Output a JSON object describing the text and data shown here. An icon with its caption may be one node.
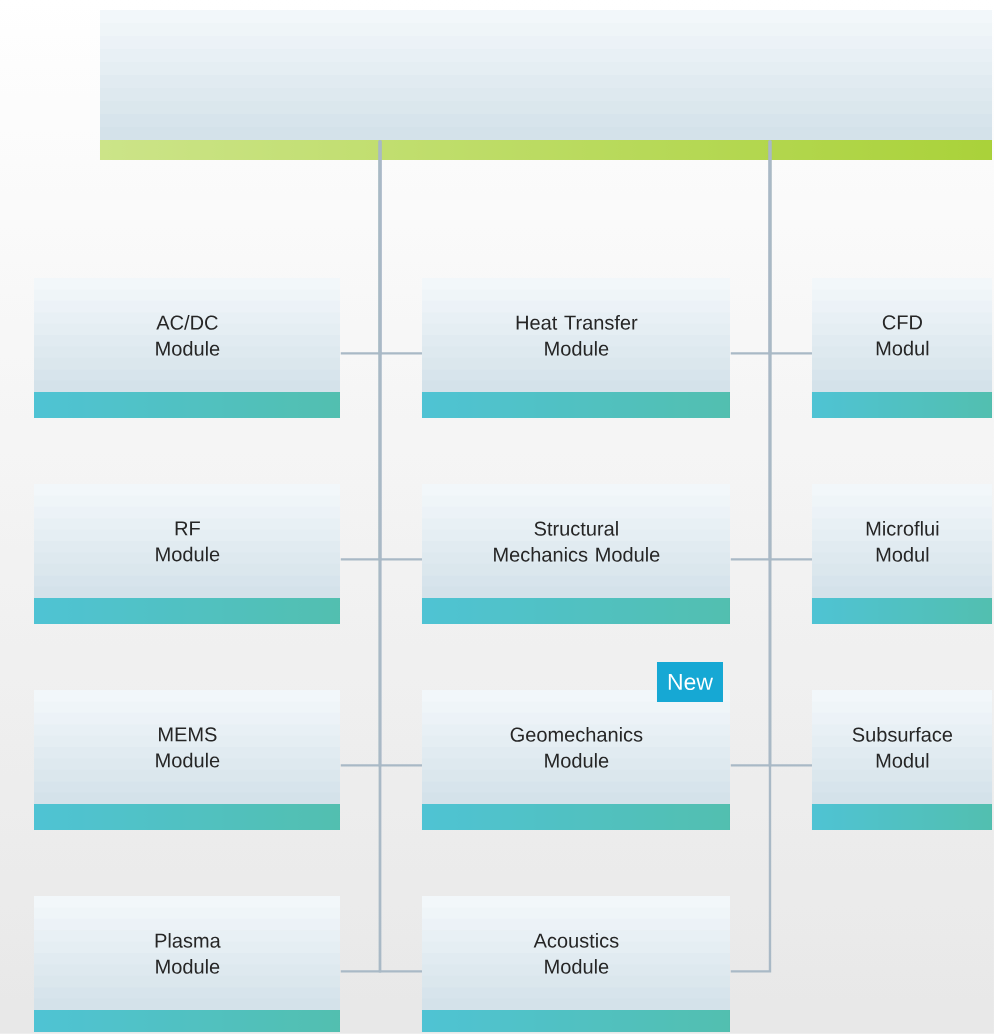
{
  "diagram": {
    "nodes": [
      {
        "text": [],
        "shape": "box"
      },
      {
        "text": [
          "AC/DC Module"
        ]
      },
      {
        "text": [
          "Heat Transfer Module"
        ]
      },
      {
        "text": [
          "CFD Modul"
        ]
      },
      {
        "text": [
          "RF Module"
        ]
      },
      {
        "text": [
          "Structural Mechanics Module"
        ]
      },
      {
        "text": [
          "Microflui Modul"
        ]
      },
      {
        "text": [
          "MEMS Module"
        ]
      },
      {
        "text": [
          "Geomechanics Module"
        ]
      },
      {
        "text": [
          "Subsurface Modul"
        ]
      },
      {
        "text": [
          "Plasma Module"
        ]
      },
      {
        "text": [
          "Acoustics Module"
        ]
      }
    ],
    "edges": [
      {
        "from": 0,
        "to": 1,
        "arrow": "none"
      },
      {
        "from": 0,
        "to": 2,
        "arrow": "none"
      },
      {
        "from": 0,
        "to": 3,
        "arrow": "none"
      },
      {
        "from": 0,
        "to": 4,
        "arrow": "none"
      },
      {
        "from": 0,
        "to": 5,
        "arrow": "none"
      },
      {
        "from": 0,
        "to": 6,
        "arrow": "none"
      },
      {
        "from": 0,
        "to": 7,
        "arrow": "none"
      },
      {
        "from": 0,
        "to": 8,
        "arrow": "none"
      },
      {
        "from": 0,
        "to": 9,
        "arrow": "none"
      },
      {
        "from": 0,
        "to": 10,
        "arrow": "none"
      },
      {
        "from": 0,
        "to": 11,
        "arrow": "none"
      }
    ],
    "labels": [
      "New"
    ]
  }
}
